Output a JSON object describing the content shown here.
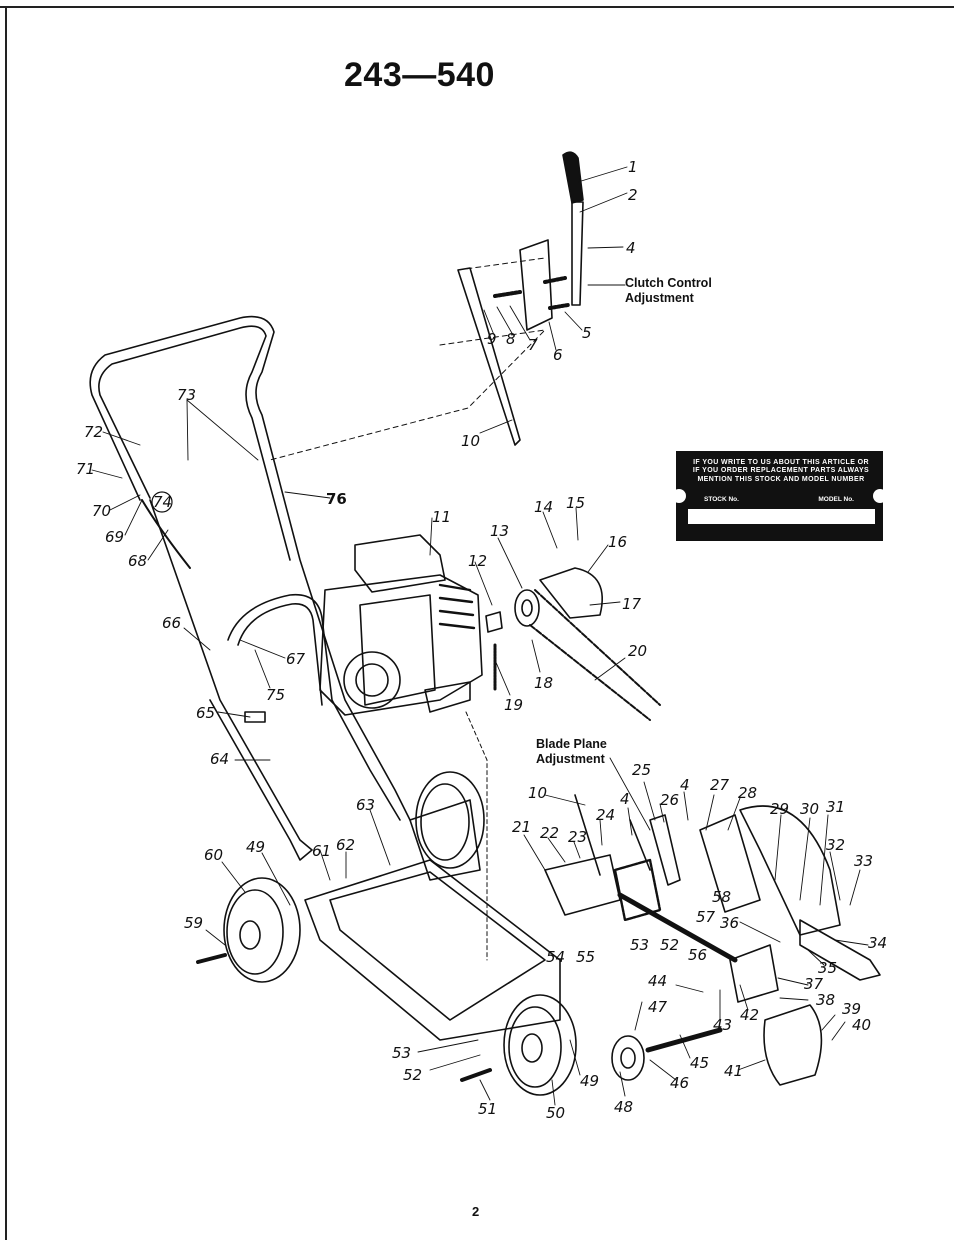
{
  "title": "243—540",
  "page_number": "2",
  "callouts": {
    "clutch": [
      "Clutch Control",
      "Adjustment"
    ],
    "blade": [
      "Blade Plane",
      "Adjustment"
    ]
  },
  "plate": {
    "lines": [
      "IF YOU WRITE TO US ABOUT THIS ARTICLE OR",
      "IF YOU ORDER REPLACEMENT PARTS ALWAYS",
      "MENTION THIS STOCK AND MODEL NUMBER"
    ],
    "stock_label": "STOCK No.",
    "model_label": "MODEL No."
  },
  "part_labels": {
    "p1": "1",
    "p2": "2",
    "p4a": "4",
    "p5": "5",
    "p6": "6",
    "p7": "7",
    "p8": "8",
    "p9": "9",
    "p10a": "10",
    "p11": "11",
    "p12": "12",
    "p13": "13",
    "p14": "14",
    "p15": "15",
    "p16": "16",
    "p17": "17",
    "p18": "18",
    "p19": "19",
    "p20": "20",
    "p21": "21",
    "p22": "22",
    "p23": "23",
    "p24": "24",
    "p25": "25",
    "p26": "26",
    "p27": "27",
    "p28": "28",
    "p29": "29",
    "p30": "30",
    "p31": "31",
    "p32": "32",
    "p33": "33",
    "p34": "34",
    "p35": "35",
    "p36": "36",
    "p37": "37",
    "p38": "38",
    "p39": "39",
    "p40": "40",
    "p41": "41",
    "p42": "42",
    "p43": "43",
    "p44": "44",
    "p45": "45",
    "p46": "46",
    "p47": "47",
    "p48": "48",
    "p49a": "49",
    "p49b": "49",
    "p50": "50",
    "p51": "51",
    "p52a": "52",
    "p52b": "52",
    "p53a": "53",
    "p53b": "53",
    "p54": "54",
    "p55": "55",
    "p56": "56",
    "p57": "57",
    "p58": "58",
    "p59": "59",
    "p60": "60",
    "p61": "61",
    "p62": "62",
    "p63": "63",
    "p64": "64",
    "p65": "65",
    "p66": "66",
    "p67": "67",
    "p68": "68",
    "p69": "69",
    "p70": "70",
    "p71": "71",
    "p72": "72",
    "p73": "73",
    "p74": "74",
    "p75": "75",
    "p76": "76",
    "p10b": "10",
    "p4b": "4",
    "p4c": "4"
  }
}
